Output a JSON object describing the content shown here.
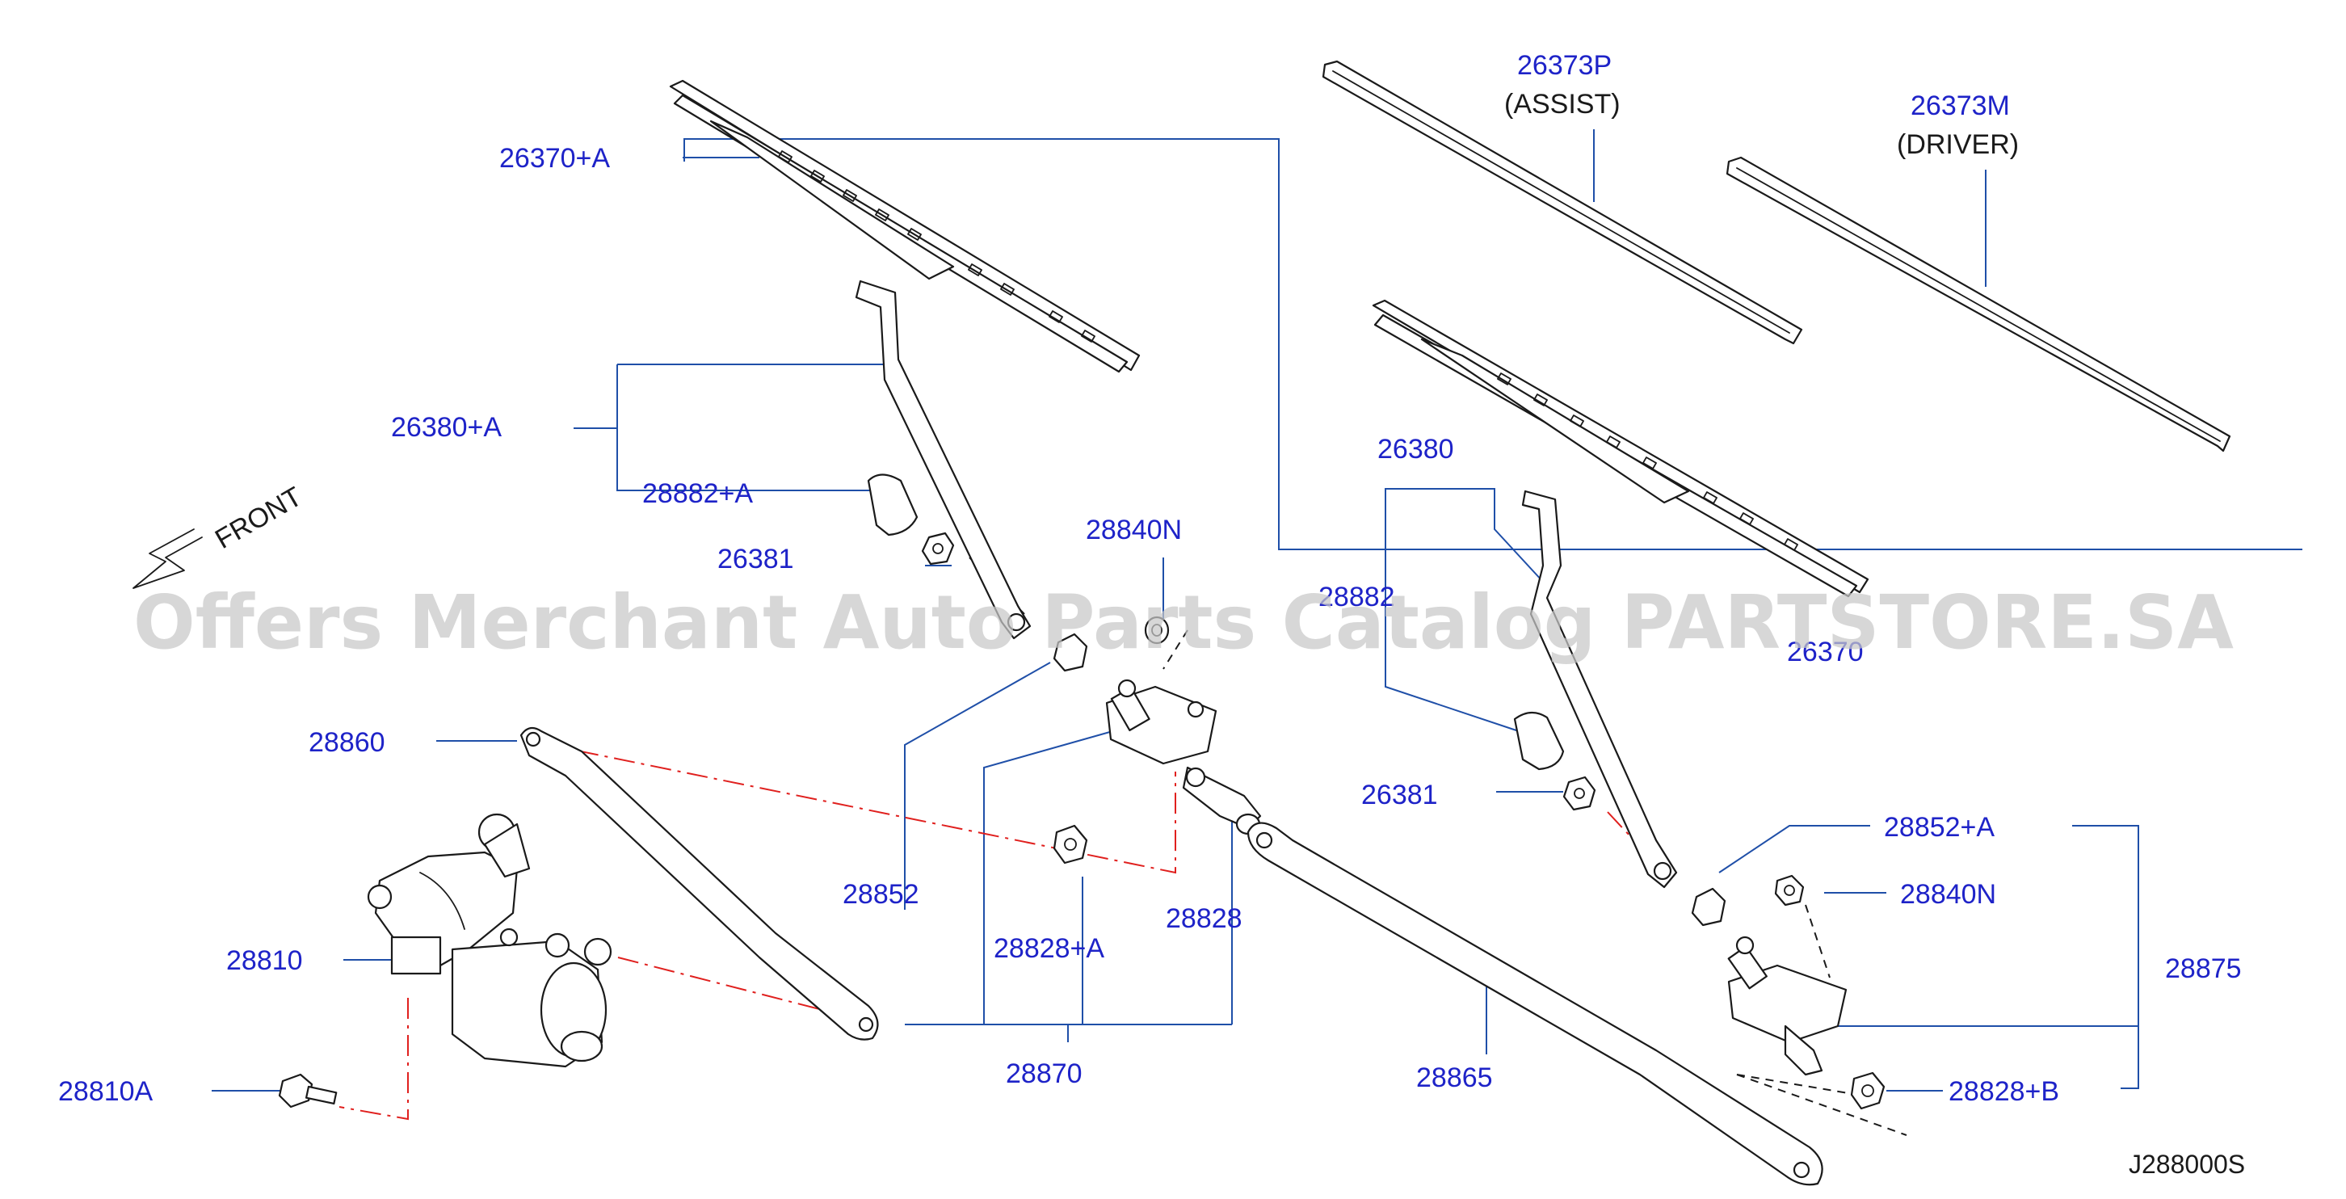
{
  "diagram": {
    "labels": {
      "l_26370A": "26370+A",
      "l_26380A": "26380+A",
      "l_28882A": "28882+A",
      "l_26381_left": "26381",
      "l_28840N_top": "28840N",
      "l_28860": "28860",
      "l_28810": "28810",
      "l_28810A": "28810A",
      "l_28852_left": "28852",
      "l_28828A": "28828+A",
      "l_28828": "28828",
      "l_28870": "28870",
      "l_26373P": "26373P",
      "l_assist": "(ASSIST)",
      "l_26373M": "26373M",
      "l_driver": "(DRIVER)",
      "l_26380": "26380",
      "l_28882_partial": "28882",
      "l_26370": "26370",
      "l_26381_right": "26381",
      "l_28852A": "28852+A",
      "l_28840N_right": "28840N",
      "l_28875": "28875",
      "l_28865": "28865",
      "l_28828B": "28828+B"
    },
    "front_label": "FRONT",
    "diagram_code": "J288000S",
    "watermark": "Offers Merchant Auto Parts Catalog PARTSTORE.SA",
    "colors": {
      "label": "#1e23c8",
      "leader": "#1f4fa8",
      "red_dash": "#e0201e",
      "line_art": "#1a1a1a",
      "watermark": "#c8c8c8"
    }
  }
}
